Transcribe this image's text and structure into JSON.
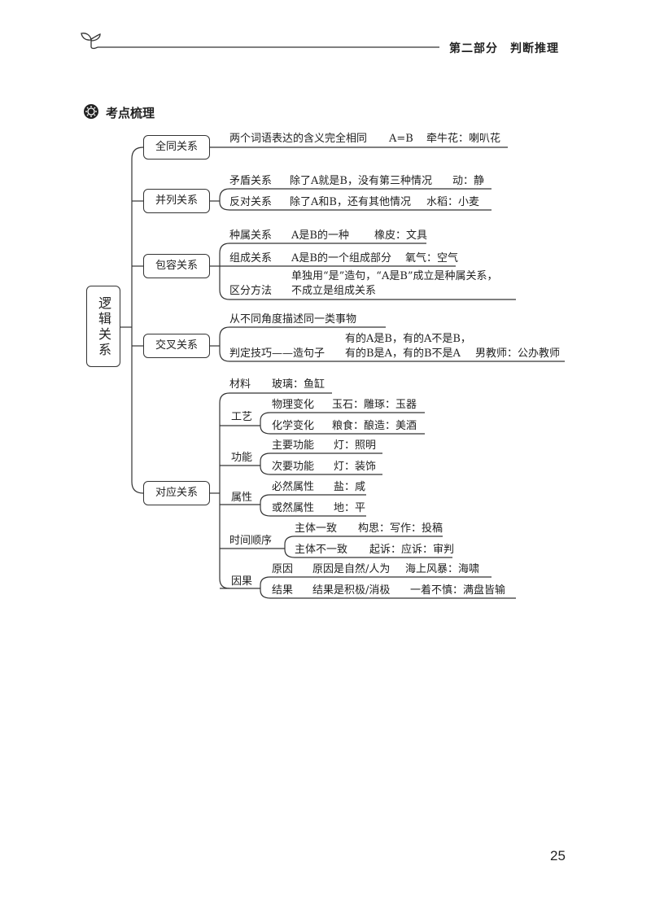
{
  "header": {
    "section": "第二部分　判断推理"
  },
  "section_title": "考点梳理",
  "root": "逻辑关系",
  "nodes": {
    "n1": "全同关系",
    "n2": "并列关系",
    "n3": "包容关系",
    "n4": "交叉关系",
    "n5": "对应关系"
  },
  "lines": {
    "q1": "两个词语表达的含义完全相同",
    "q1a": "A=B",
    "q1b": "牵牛花：喇叭花",
    "b1l": "矛盾关系",
    "b1d": "除了A就是B，没有第三种情况",
    "b1e": "动：静",
    "b2l": "反对关系",
    "b2d": "除了A和B，还有其他情况",
    "b2e": "水稻：小麦",
    "c1l": "种属关系",
    "c1d": "A是B的一种",
    "c1e": "橡皮：文具",
    "c2l": "组成关系",
    "c2d": "A是B的一个组成部分",
    "c2e": "氧气：空气",
    "c3l": "区分方法",
    "c3d1": "单独用“是”造句，“A是B”成立是种属关系，",
    "c3d2": "不成立是组成关系",
    "d1": "从不同角度描述同一类事物",
    "d2l": "判定技巧——造句子",
    "d2a": "有的A是B，有的A不是B，",
    "d2b": "有的B是A，有的B不是A",
    "d2e": "男教师：公办教师",
    "e1l": "材料",
    "e1e": "玻璃：鱼缸",
    "e2l": "工艺",
    "e2al": "物理变化",
    "e2ae": "玉石：雕琢：玉器",
    "e2bl": "化学变化",
    "e2be": "粮食：酿造：美酒",
    "e3l": "功能",
    "e3al": "主要功能",
    "e3ae": "灯：照明",
    "e3bl": "次要功能",
    "e3be": "灯：装饰",
    "e4l": "属性",
    "e4al": "必然属性",
    "e4ae": "盐：咸",
    "e4bl": "或然属性",
    "e4be": "地：平",
    "e5l": "时间顺序",
    "e5al": "主体一致",
    "e5ae": "构思：写作：投稿",
    "e5bl": "主体不一致",
    "e5be": "起诉：应诉：审判",
    "e6l": "因果",
    "e6al": "原因",
    "e6ad": "原因是自然/人为",
    "e6ae": "海上风暴：海啸",
    "e6bl": "结果",
    "e6bd": "结果是积极/消极",
    "e6be": "一着不慎：满盘皆输"
  },
  "page_number": "25"
}
